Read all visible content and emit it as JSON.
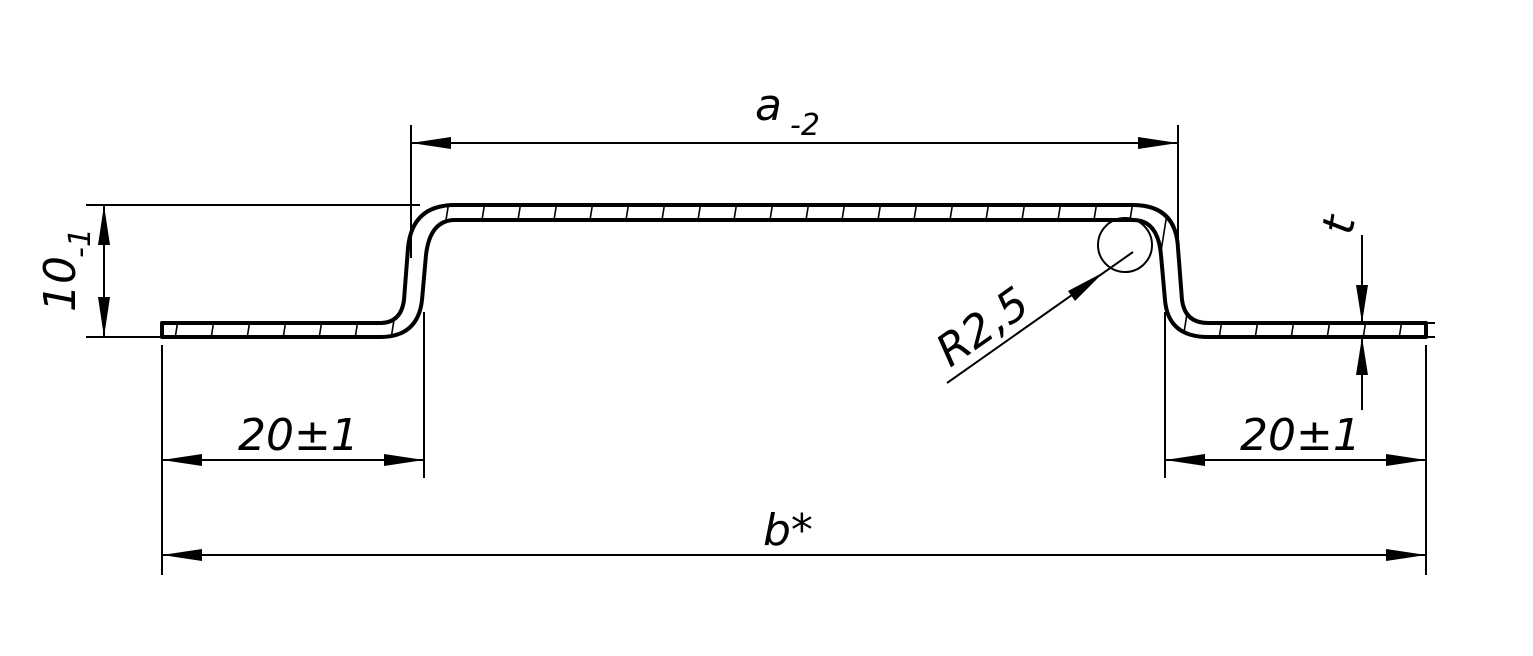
{
  "drawing": {
    "dimensions": {
      "width_top": {
        "symbol": "a",
        "tolerance": "-2"
      },
      "height": {
        "value": "10",
        "tolerance": "-1"
      },
      "flange_left": "20±1",
      "flange_right": "20±1",
      "overall_width": "b*",
      "bend_radius": "R2,5",
      "thickness": "t"
    },
    "colors": {
      "line": "#000000",
      "background": "#ffffff"
    }
  }
}
